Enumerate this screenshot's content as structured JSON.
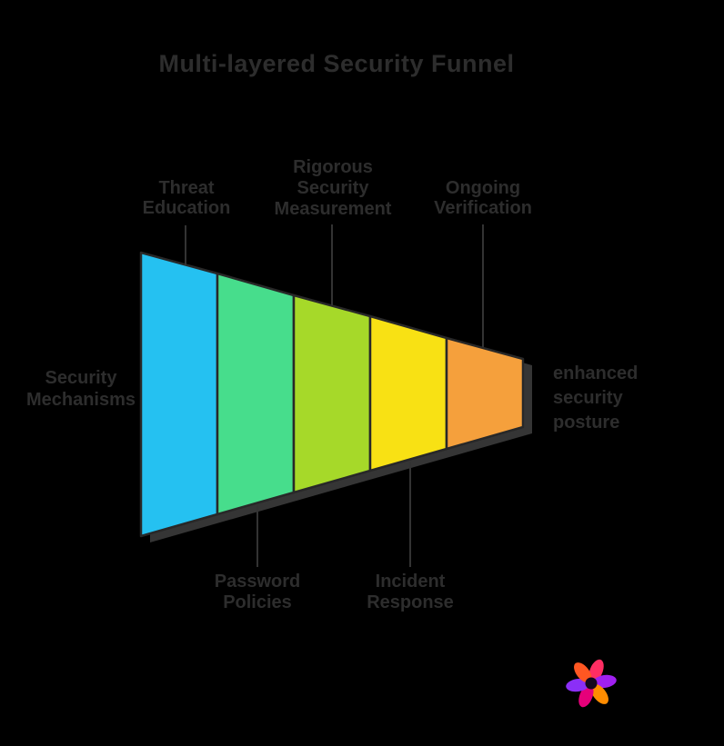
{
  "title": "Multi-layered Security Funnel",
  "colors": {
    "background": "#000000",
    "text": "#2d2d2d",
    "outline": "#282828",
    "shadow": "#353535",
    "connector": "#333333"
  },
  "funnel": {
    "input": {
      "lines": [
        "Security",
        "Mechanisms"
      ]
    },
    "output": {
      "lines": [
        "enhanced",
        "security",
        "posture"
      ]
    },
    "stages": [
      {
        "name": "threat-education",
        "color": "#25c1f1",
        "lines": [
          "Threat",
          "Education"
        ],
        "label_position": "top"
      },
      {
        "name": "password-policies",
        "color": "#47dd8c",
        "lines": [
          "Password",
          "Policies"
        ],
        "label_position": "bottom"
      },
      {
        "name": "rigorous-security-measurement",
        "color": "#a6d929",
        "lines": [
          "Rigorous",
          "Security",
          "Measurement"
        ],
        "label_position": "top"
      },
      {
        "name": "incident-response",
        "color": "#f8e114",
        "lines": [
          "Incident",
          "Response"
        ],
        "label_position": "bottom"
      },
      {
        "name": "ongoing-verification",
        "color": "#f5a03c",
        "lines": [
          "Ongoing",
          "Verification"
        ],
        "label_position": "top"
      }
    ]
  },
  "branding": {
    "logo": "napkin-pinwheel-logo"
  }
}
